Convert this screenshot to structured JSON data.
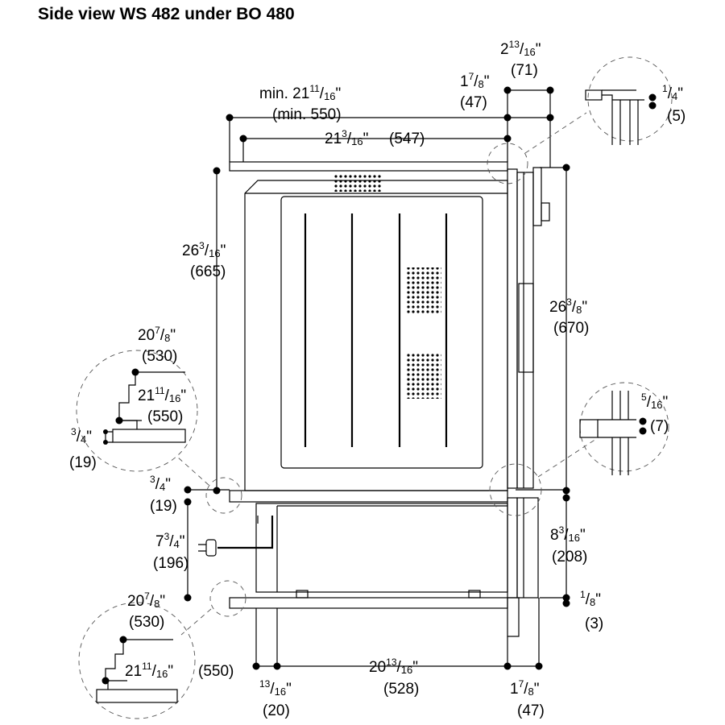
{
  "title": "Side view WS 482 under BO 480",
  "dimensions": [
    {
      "id": "top-depth-min",
      "line1": [
        "min. 21",
        "11",
        "/",
        "16",
        "\""
      ],
      "line2": "(min. 550)"
    },
    {
      "id": "top-depth",
      "line1": [
        "21",
        "3",
        "/",
        "16",
        "\""
      ],
      "line2": "(547)"
    },
    {
      "id": "door-offset-top",
      "line1": [
        "1",
        "7",
        "/",
        "8",
        "\""
      ],
      "line2": "(47)"
    },
    {
      "id": "handle-depth-top",
      "line1": [
        "2",
        "13",
        "/",
        "16",
        "\""
      ],
      "line2": "(71)"
    },
    {
      "id": "detail-gap-top",
      "line1": [
        "",
        "1",
        "/",
        "4",
        "\""
      ],
      "line2": "(5)"
    },
    {
      "id": "oven-height-left",
      "line1": [
        "26",
        "3",
        "/",
        "16",
        "\""
      ],
      "line2": "(665)"
    },
    {
      "id": "oven-height-right",
      "line1": [
        "26",
        "3",
        "/",
        "8",
        "\""
      ],
      "line2": "(670)"
    },
    {
      "id": "detail-cab-upper-a",
      "line1": [
        "20",
        "7",
        "/",
        "8",
        "\""
      ],
      "line2": "(530)"
    },
    {
      "id": "detail-cab-upper-b",
      "line1": [
        "21",
        "11",
        "/",
        "16",
        "\""
      ],
      "line2": "(550)"
    },
    {
      "id": "detail-thickness",
      "line1": [
        "",
        "3",
        "/",
        "4",
        "\""
      ],
      "line2": "(19)"
    },
    {
      "id": "detail-gap-middle",
      "line1": [
        "",
        "5",
        "/",
        "16",
        "\""
      ],
      "line2": "(7)"
    },
    {
      "id": "shelf-thickness",
      "line1": [
        "",
        "3",
        "/",
        "4",
        "\""
      ],
      "line2": "(19)"
    },
    {
      "id": "drawer-height-left",
      "line1": [
        "7",
        "3",
        "/",
        "4",
        "\""
      ],
      "line2": "(196)"
    },
    {
      "id": "drawer-height-right",
      "line1": [
        "8",
        "3",
        "/",
        "16",
        "\""
      ],
      "line2": "(208)"
    },
    {
      "id": "bottom-gap",
      "line1": [
        "",
        "1",
        "/",
        "8",
        "\""
      ],
      "line2": "(3)"
    },
    {
      "id": "detail-cab-lower-a",
      "line1": [
        "20",
        "7",
        "/",
        "8",
        "\""
      ],
      "line2": "(530)"
    },
    {
      "id": "detail-cab-lower-b",
      "line1": [
        "21",
        "11",
        "/",
        "16",
        "\""
      ],
      "line2": "(550)"
    },
    {
      "id": "bottom-front-offset",
      "line1": [
        "",
        "13",
        "/",
        "16",
        "\""
      ],
      "line2": "(20)"
    },
    {
      "id": "bottom-depth",
      "line1": [
        "20",
        "13",
        "/",
        "16",
        "\""
      ],
      "line2": "(528)"
    },
    {
      "id": "door-offset-bottom",
      "line1": [
        "1",
        "7",
        "/",
        "8",
        "\""
      ],
      "line2": "(47)"
    }
  ]
}
